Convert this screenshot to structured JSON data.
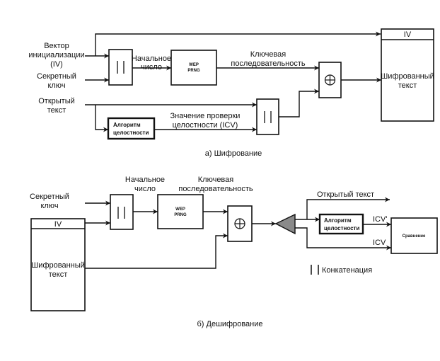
{
  "encryption": {
    "caption": "а) Шифрование",
    "inputs": {
      "iv": [
        "Вектор",
        "инициализации",
        "(IV)"
      ],
      "secret_key": [
        "Секретный",
        "ключ"
      ],
      "plaintext": [
        "Открытый",
        "текст"
      ]
    },
    "concat_symbol": "| |",
    "seed_label": [
      "Начальное",
      "число"
    ],
    "prng": [
      "WEP",
      "PRNG"
    ],
    "keystream_label": [
      "Ключевая",
      "последовательность"
    ],
    "integrity_algorithm": [
      "Алгоритм",
      "целостности"
    ],
    "icv_label": [
      "Значение проверки",
      "целостности (ICV)"
    ],
    "xor_symbol": "⊕",
    "output": {
      "iv": "IV",
      "ciphertext": [
        "Шифрованный",
        "текст"
      ]
    }
  },
  "decryption": {
    "caption": "б) Дешифрование",
    "secret_key": [
      "Секретный",
      "ключ"
    ],
    "seed_label": [
      "Начальное",
      "число"
    ],
    "prng": [
      "WEP",
      "PRNG"
    ],
    "keystream_label": [
      "Ключевая",
      "последовательность"
    ],
    "input": {
      "iv": "IV",
      "ciphertext": [
        "Шифрованный",
        "текст"
      ]
    },
    "plaintext_out": "Открытый текст",
    "integrity_algorithm": [
      "Алгоритм",
      "целостности"
    ],
    "icv_prime": "ICV'",
    "icv": "ICV",
    "compare": "Сравнение"
  },
  "legend": {
    "symbol": "| |",
    "label": "Конкатенация"
  }
}
